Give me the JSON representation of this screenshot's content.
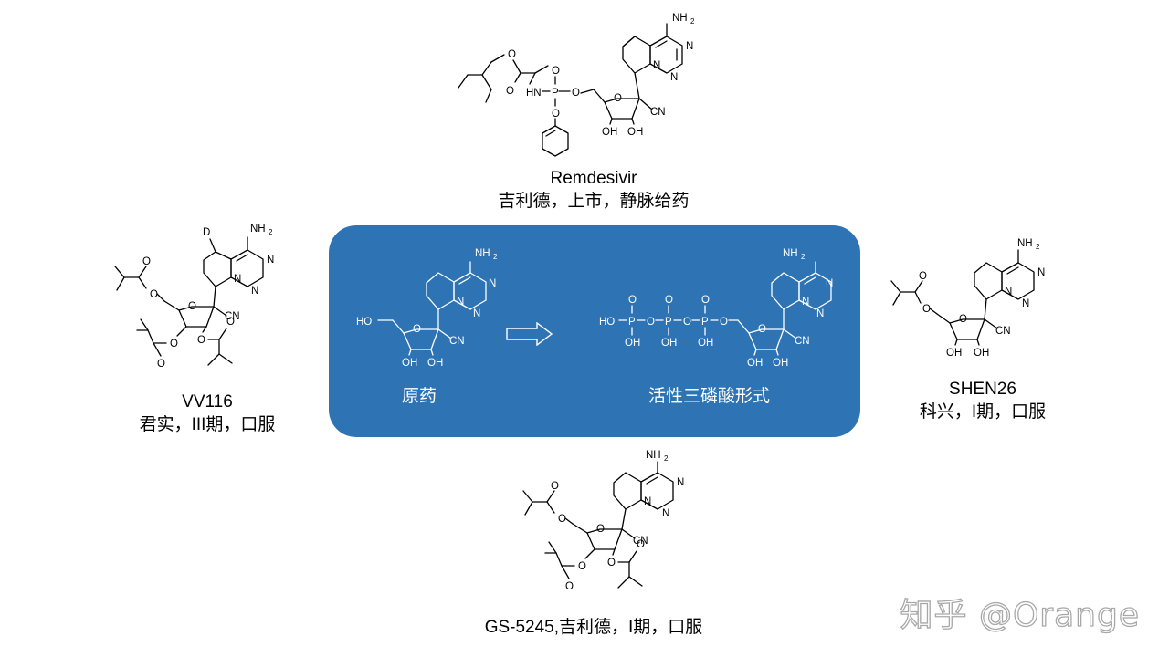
{
  "remdesivir": {
    "name": "Remdesivir",
    "info": "吉利德，上市，静脉给药"
  },
  "vv116": {
    "name": "VV116",
    "info": "君实，III期，口服"
  },
  "shen26": {
    "name": "SHEN26",
    "info": "科兴，I期，口服"
  },
  "gs5245": {
    "info": "GS-5245,吉利德，I期，口服"
  },
  "center": {
    "left_label": "原药",
    "right_label": "活性三磷酸形式",
    "fill_color": "#2e74b5"
  },
  "atoms": {
    "nh2": "NH",
    "nh2_sub": "2",
    "n": "N",
    "o": "O",
    "oh": "OH",
    "ho": "HO",
    "cn": "CN",
    "d": "D",
    "p": "P",
    "hn": "HN"
  },
  "watermark": "知乎 @Orange"
}
